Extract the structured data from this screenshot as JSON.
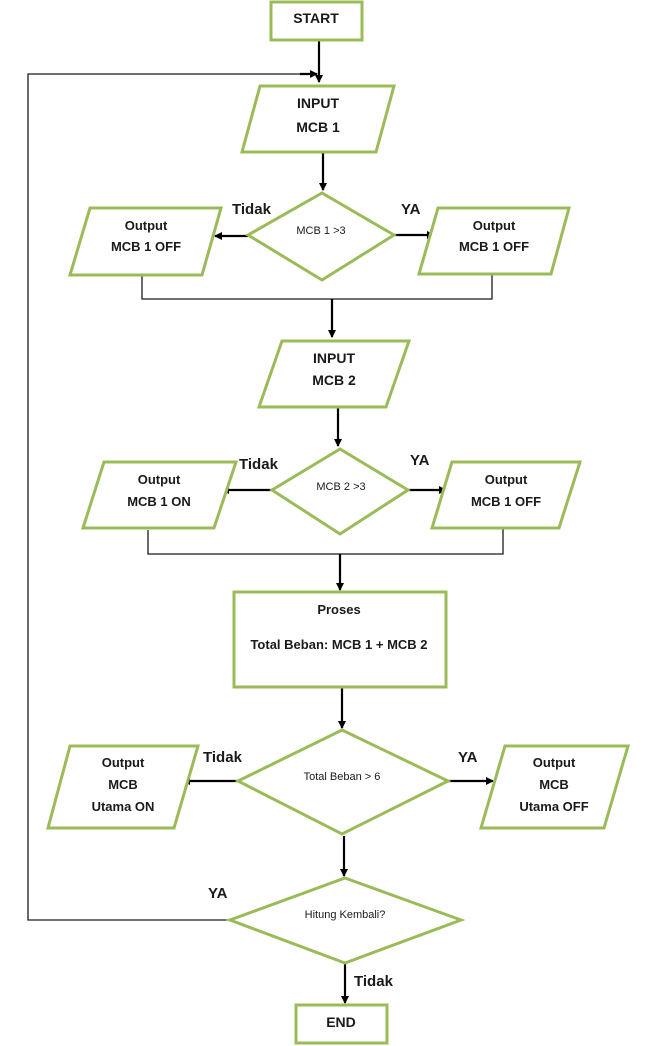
{
  "flowchart": {
    "start": "START",
    "input1": {
      "line1": "INPUT",
      "line2": "MCB 1"
    },
    "decision1": "MCB 1 >3",
    "out1_left": {
      "line1": "Output",
      "line2": "MCB 1 OFF"
    },
    "out1_right": {
      "line1": "Output",
      "line2": "MCB 1 OFF"
    },
    "input2": {
      "line1": "INPUT",
      "line2": "MCB 2"
    },
    "decision2": "MCB 2 >3",
    "out2_left": {
      "line1": "Output",
      "line2": "MCB 1 ON"
    },
    "out2_right": {
      "line1": "Output",
      "line2": "MCB 1 OFF"
    },
    "process": {
      "title": "Proses",
      "body": "Total Beban:  MCB 1 + MCB 2"
    },
    "decision3": "Total Beban > 6",
    "out3_left": {
      "line1": "Output",
      "line2": "MCB",
      "line3": "Utama  ON"
    },
    "out3_right": {
      "line1": "Output",
      "line2": "MCB",
      "line3": "Utama  OFF"
    },
    "decision4": "Hitung Kembali?",
    "end": "END",
    "labels": {
      "d1_no": "Tidak",
      "d1_yes": "YA",
      "d2_no": "Tidak",
      "d2_yes": "YA",
      "d3_no": "Tidak",
      "d3_yes": "YA",
      "d4_yes": "YA",
      "d4_no": "Tidak"
    }
  },
  "colors": {
    "shape_border": "#9bbb59",
    "arrow": "#000000"
  }
}
